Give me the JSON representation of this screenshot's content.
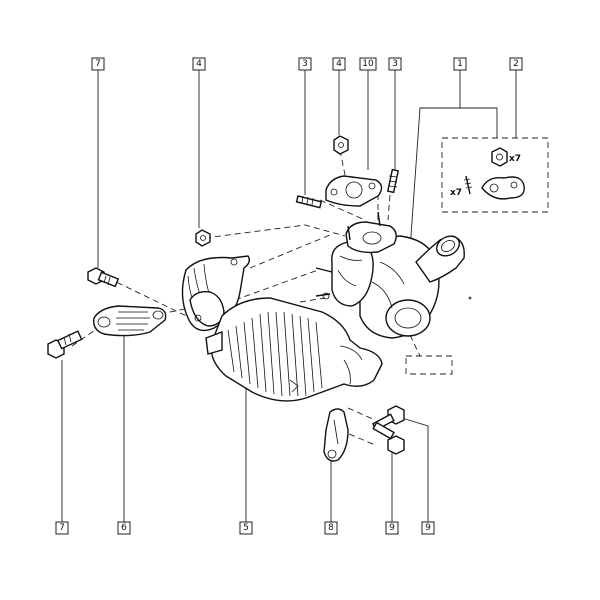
{
  "callouts": {
    "top_7": "7",
    "top_4": "4",
    "top_3a": "3",
    "top_4b": "4",
    "top_10": "10",
    "top_3b": "3",
    "top_1": "1",
    "top_2": "2",
    "bot_7": "7",
    "bot_6": "6",
    "bot_5": "5",
    "bot_8": "8",
    "bot_9a": "9",
    "bot_9b": "9"
  },
  "kit": {
    "qty_nut": "x7",
    "qty_stud": "x7"
  }
}
